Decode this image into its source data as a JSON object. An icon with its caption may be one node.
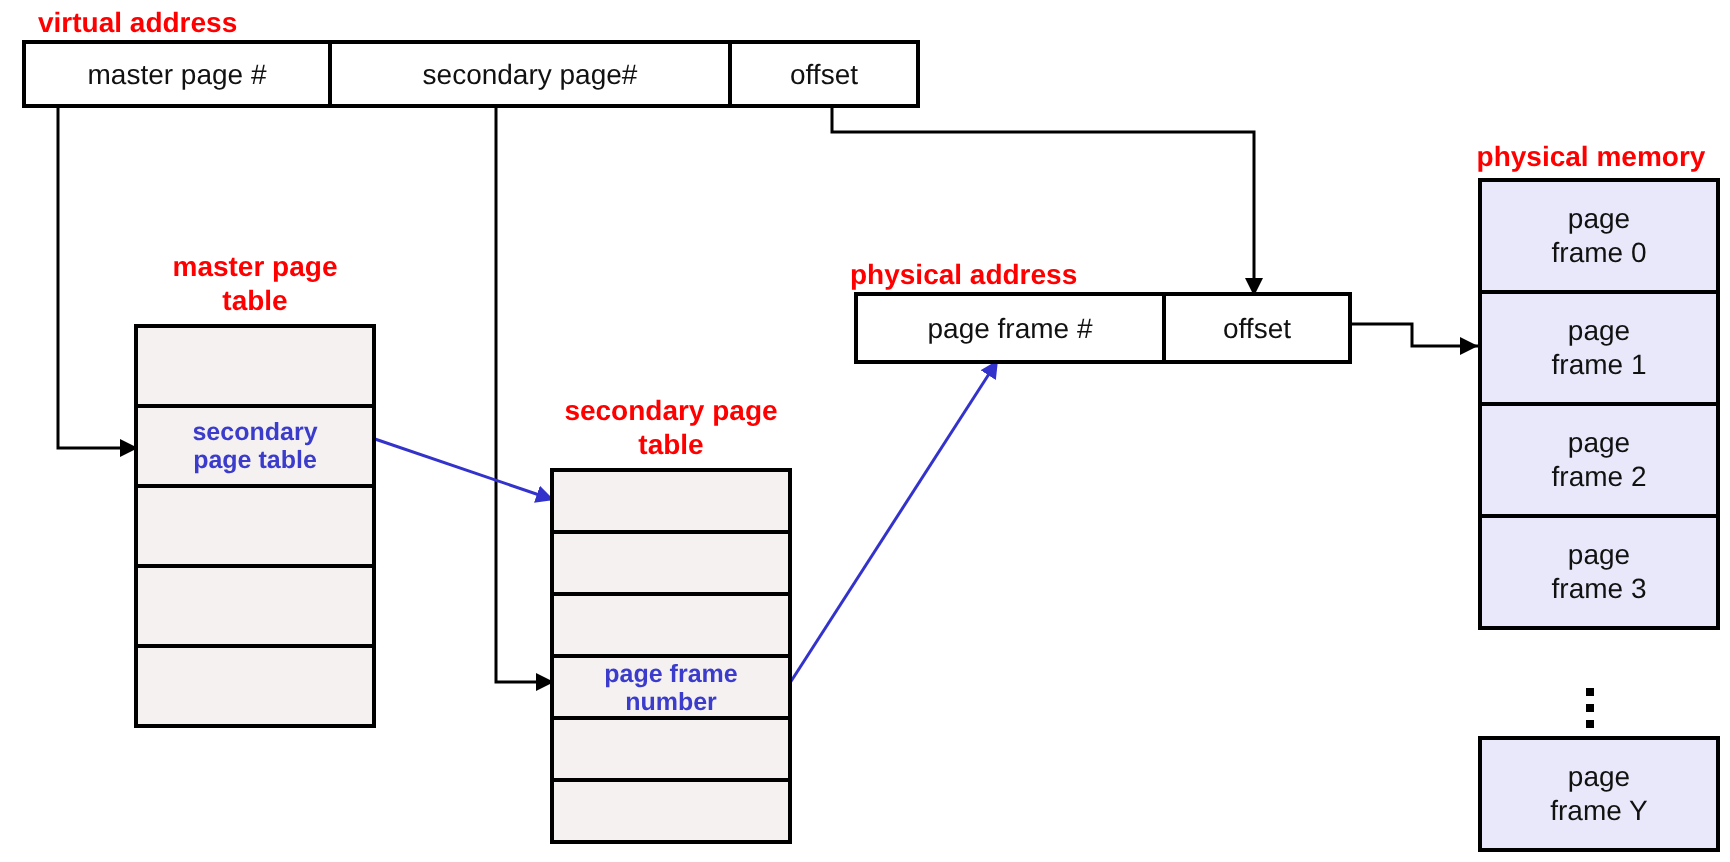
{
  "diagram": {
    "nodes": [
      {
        "text": [
          "virtual address"
        ]
      },
      {
        "text": [
          "master page #"
        ],
        "in": 0
      },
      {
        "text": [
          "secondary page#"
        ],
        "in": 0
      },
      {
        "text": [
          "offset"
        ],
        "in": 0
      },
      {
        "text": [
          "master page table"
        ]
      },
      {
        "text": [],
        "shape": "box",
        "in": 4
      },
      {
        "text": [
          "secondary page table"
        ],
        "in": 4
      },
      {
        "text": [],
        "shape": "box",
        "in": 4
      },
      {
        "text": [],
        "shape": "box",
        "in": 4
      },
      {
        "text": [],
        "shape": "box",
        "in": 4
      },
      {
        "text": [
          "secondary page table"
        ]
      },
      {
        "text": [],
        "shape": "box",
        "in": 10
      },
      {
        "text": [],
        "shape": "box",
        "in": 10
      },
      {
        "text": [],
        "shape": "box",
        "in": 10
      },
      {
        "text": [
          "page frame number"
        ],
        "in": 10
      },
      {
        "text": [],
        "shape": "box",
        "in": 10
      },
      {
        "text": [],
        "shape": "box",
        "in": 10
      },
      {
        "text": [
          "physical address"
        ]
      },
      {
        "text": [
          "page frame #"
        ],
        "in": 17
      },
      {
        "text": [
          "offset"
        ],
        "in": 17
      },
      {
        "text": [
          "page frame 0"
        ],
        "beside": [
          "physical memory"
        ]
      },
      {
        "text": [
          "page frame 1"
        ]
      },
      {
        "text": [
          "page frame 2"
        ]
      },
      {
        "text": [
          "page frame 3"
        ]
      },
      {
        "text": [
          "page frame Y"
        ]
      }
    ],
    "edges": [
      {
        "from": 1,
        "to": 6,
        "arrow": "to"
      },
      {
        "from": 2,
        "to": 14,
        "arrow": "to"
      },
      {
        "from": 3,
        "to": 19,
        "arrow": "to"
      },
      {
        "from": 6,
        "to": 11,
        "arrow": "to",
        "color": "#3333cc"
      },
      {
        "from": 14,
        "to": 18,
        "arrow": "to",
        "color": "#3333cc"
      },
      {
        "from": 17,
        "to": 21,
        "arrow": "to"
      }
    ]
  }
}
